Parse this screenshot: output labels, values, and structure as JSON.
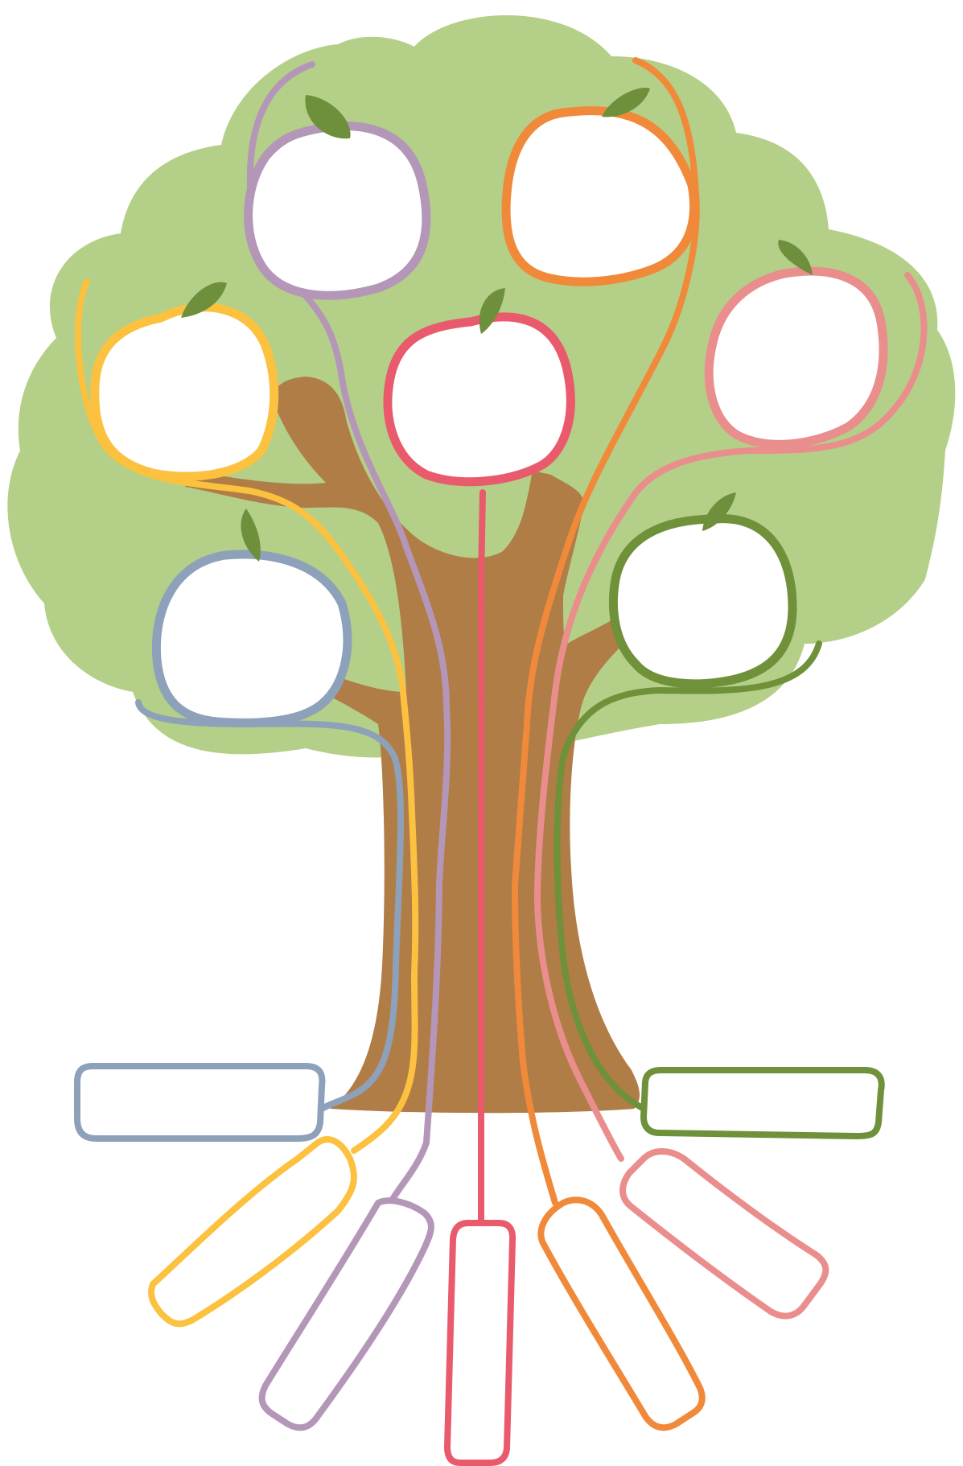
{
  "colors": {
    "canopy": "#b4cf87",
    "trunk": "#b07d47",
    "leaf": "#6e8f3b",
    "background": "#ffffff"
  },
  "members": [
    {
      "id": "purple-top-left",
      "color": "#b496b8",
      "icon": "apple-icon",
      "name": ""
    },
    {
      "id": "orange-top-right",
      "color": "#f08a3a",
      "icon": "apple-icon",
      "name": ""
    },
    {
      "id": "yellow-mid-left",
      "color": "#fbc13f",
      "icon": "apple-icon",
      "name": ""
    },
    {
      "id": "red-center",
      "color": "#e95a6c",
      "icon": "apple-icon",
      "name": ""
    },
    {
      "id": "pink-mid-right",
      "color": "#e98e8d",
      "icon": "apple-icon",
      "name": ""
    },
    {
      "id": "blue-lower-left",
      "color": "#8ea1ba",
      "icon": "apple-icon",
      "name": ""
    },
    {
      "id": "green-lower-right",
      "color": "#6f913a",
      "icon": "apple-icon",
      "name": ""
    }
  ]
}
